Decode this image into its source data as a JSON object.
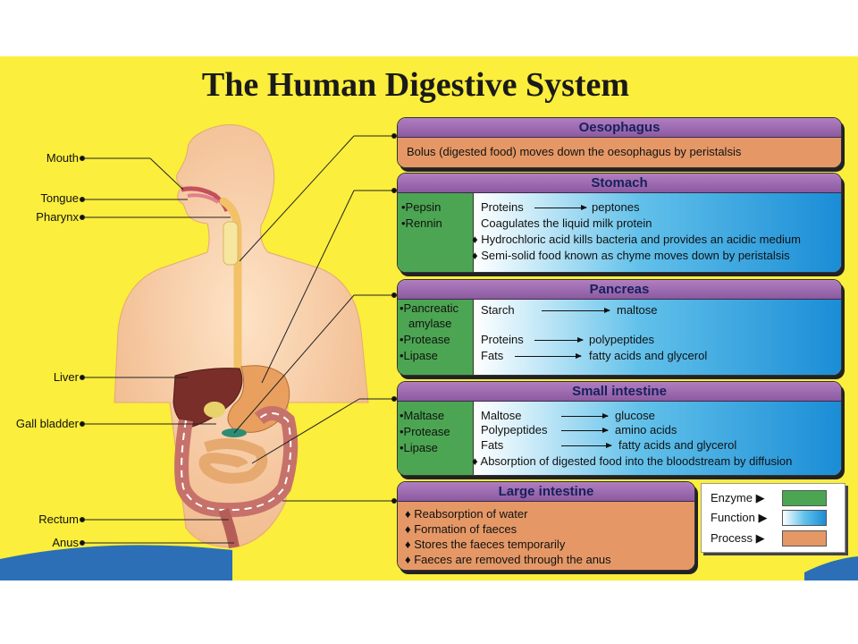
{
  "title": "The Human Digestive System",
  "colors": {
    "background": "#fbee3c",
    "header": "#9a6aae",
    "enzyme": "#4ca552",
    "function": "#1a8dd6",
    "process": "#e59866"
  },
  "body_labels": [
    "Mouth",
    "Tongue",
    "Pharynx",
    "Liver",
    "Gall bladder",
    "Rectum",
    "Anus"
  ],
  "oesophagus": {
    "title": "Oesophagus",
    "process": "Bolus (digested food) moves down the oesophagus by peristalsis"
  },
  "stomach": {
    "title": "Stomach",
    "enzymes": [
      "•Pepsin",
      "•Rennin"
    ],
    "lines": [
      "Proteins",
      "peptones",
      "Coagulates the liquid milk protein",
      "♦ Hydrochloric acid kills bacteria and provides an acidic medium",
      "♦ Semi-solid food known as chyme moves down by peristalsis"
    ]
  },
  "pancreas": {
    "title": "Pancreas",
    "enzymes": [
      "•Pancreatic",
      "amylase",
      "•Protease",
      "•Lipase"
    ],
    "lines": [
      "Starch",
      "maltose",
      "Proteins",
      "polypeptides",
      "Fats",
      "fatty acids and glycerol"
    ]
  },
  "small_intestine": {
    "title": "Small intestine",
    "enzymes": [
      "•Maltase",
      "•Protease",
      "•Lipase"
    ],
    "lines": [
      "Maltose",
      "glucose",
      "Polypeptides",
      "amino acids",
      "Fats",
      "fatty acids and glycerol",
      "♦ Absorption of digested food into the bloodstream by diffusion"
    ]
  },
  "large_intestine": {
    "title": "Large intestine",
    "items": [
      "♦ Reabsorption of water",
      "♦ Formation of faeces",
      "♦ Stores the faeces temporarily",
      "♦ Faeces are removed through the anus"
    ]
  },
  "legend": [
    "Enzyme ▶",
    "Function ▶",
    "Process ▶"
  ]
}
